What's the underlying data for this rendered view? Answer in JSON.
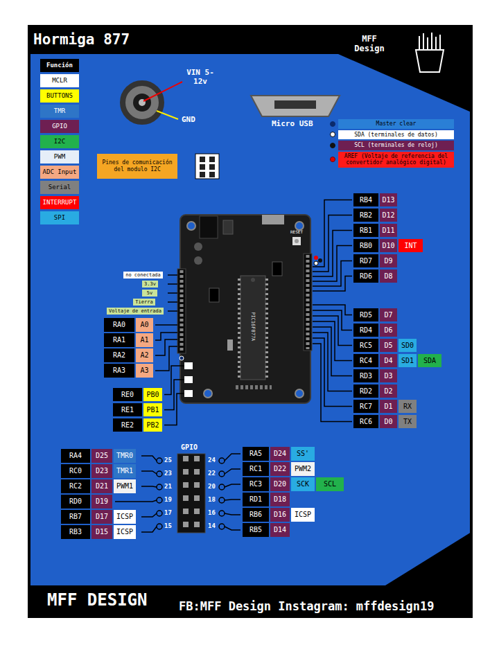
{
  "diagram": {
    "title": "Hormiga 877",
    "nodes": [
      {
        "text": [
          "Pines de comunicación del modulo I2C"
        ]
      },
      {
        "text": [
          "RB4"
        ]
      },
      {
        "text": [
          "D13"
        ]
      },
      {
        "text": [
          "RB2"
        ]
      },
      {
        "text": [
          "D12"
        ]
      },
      {
        "text": [
          "RB1"
        ]
      },
      {
        "text": [
          "D11"
        ]
      },
      {
        "text": [
          "RB0"
        ]
      },
      {
        "text": [
          "D10"
        ]
      },
      {
        "text": [
          "INT"
        ]
      },
      {
        "text": [
          "RD7"
        ]
      },
      {
        "text": [
          "D9"
        ]
      },
      {
        "text": [
          "RD6"
        ]
      },
      {
        "text": [
          "D8"
        ]
      },
      {
        "text": [
          "no conectada"
        ]
      },
      {
        "text": [
          "3.3v"
        ]
      },
      {
        "text": [
          "5v"
        ]
      },
      {
        "text": [
          "Tierra"
        ]
      },
      {
        "text": [
          "Voltaje de entrada"
        ]
      },
      {
        "text": [
          "RD5"
        ]
      },
      {
        "text": [
          "D7"
        ]
      },
      {
        "text": [
          "RD4"
        ]
      },
      {
        "text": [
          "D6"
        ]
      },
      {
        "text": [
          "RC5"
        ]
      },
      {
        "text": [
          "D5"
        ]
      },
      {
        "text": [
          "SD0"
        ]
      },
      {
        "text": [
          "RC4"
        ]
      },
      {
        "text": [
          "D4"
        ]
      },
      {
        "text": [
          "SD1"
        ]
      },
      {
        "text": [
          "SDA"
        ]
      },
      {
        "text": [
          "RD3"
        ]
      },
      {
        "text": [
          "D3"
        ]
      },
      {
        "text": [
          "RD2"
        ]
      },
      {
        "text": [
          "D2"
        ]
      },
      {
        "text": [
          "RC7"
        ]
      },
      {
        "text": [
          "D1"
        ]
      },
      {
        "text": [
          "RX"
        ]
      },
      {
        "text": [
          "RC6"
        ]
      },
      {
        "text": [
          "D0"
        ]
      },
      {
        "text": [
          "TX"
        ]
      },
      {
        "text": [
          "RA0"
        ]
      },
      {
        "text": [
          "A0"
        ]
      },
      {
        "text": [
          "RA1"
        ]
      },
      {
        "text": [
          "A1"
        ]
      },
      {
        "text": [
          "RA2"
        ]
      },
      {
        "text": [
          "A2"
        ]
      },
      {
        "text": [
          "RA3"
        ]
      },
      {
        "text": [
          "A3"
        ]
      },
      {
        "text": [
          "RE0"
        ]
      },
      {
        "text": [
          "PB0"
        ]
      },
      {
        "text": [
          "RE1"
        ]
      },
      {
        "text": [
          "PB1"
        ]
      },
      {
        "text": [
          "RE2"
        ]
      },
      {
        "text": [
          "PB2"
        ]
      },
      {
        "text": [
          "RA4"
        ]
      },
      {
        "text": [
          "D25"
        ]
      },
      {
        "text": [
          "TMR0"
        ]
      },
      {
        "text": [
          "RC0"
        ]
      },
      {
        "text": [
          "D23"
        ]
      },
      {
        "text": [
          "TMR1"
        ]
      },
      {
        "text": [
          "RC2"
        ]
      },
      {
        "text": [
          "D21"
        ]
      },
      {
        "text": [
          "PWM1"
        ]
      },
      {
        "text": [
          "RD0"
        ]
      },
      {
        "text": [
          "D19"
        ]
      },
      {
        "text": [
          "RB7"
        ]
      },
      {
        "text": [
          "D17"
        ]
      },
      {
        "text": [
          "ICSP"
        ]
      },
      {
        "text": [
          "RB3"
        ]
      },
      {
        "text": [
          "D15"
        ]
      },
      {
        "text": [
          "ICSP"
        ]
      },
      {
        "text": [
          "RA5"
        ]
      },
      {
        "text": [
          "D24"
        ]
      },
      {
        "text": [
          "SS'"
        ]
      },
      {
        "text": [
          "RC1"
        ]
      },
      {
        "text": [
          "D22"
        ]
      },
      {
        "text": [
          "PWM2"
        ]
      },
      {
        "text": [
          "RC3"
        ]
      },
      {
        "text": [
          "D20"
        ]
      },
      {
        "text": [
          "SCK"
        ]
      },
      {
        "text": [
          "SCL"
        ]
      },
      {
        "text": [
          "RD1"
        ]
      },
      {
        "text": [
          "D18"
        ]
      },
      {
        "text": [
          "RB6"
        ]
      },
      {
        "text": [
          "D16"
        ]
      },
      {
        "text": [
          "ICSP"
        ]
      },
      {
        "text": [
          "RB5"
        ]
      },
      {
        "text": [
          "D14"
        ]
      }
    ],
    "labels": [
      "MFF Design",
      "Función",
      "VIN 5-12v",
      "GND",
      "Micro USB",
      "GPIO",
      "25",
      "24",
      "23",
      "22",
      "21",
      "20",
      "19",
      "18",
      "17",
      "16",
      "15",
      "14",
      "MFF DESIGN",
      "FB:MFF Design Instagram: mffdesign19",
      "PIC16F877A",
      "RESET"
    ],
    "legend": [
      {
        "text": "MCLR",
        "color": "#ffffff"
      },
      {
        "text": "BUTTONS",
        "color": "#ffff00"
      },
      {
        "text": "TMR",
        "color": "#2e75c7"
      },
      {
        "text": "GPIO",
        "color": "#6e1f52"
      },
      {
        "text": "I2C",
        "color": "#22b14c"
      },
      {
        "text": "PWM",
        "color": "#e6eef8"
      },
      {
        "text": "ADC Input",
        "color": "#f4a882"
      },
      {
        "text": "Serial",
        "color": "#808080"
      },
      {
        "text": "INTERRUPT",
        "color": "#ff0000"
      },
      {
        "text": "SPI",
        "color": "#29abe2"
      },
      {
        "text": "Master clear"
      },
      {
        "text": "SDA (terminales de datos)"
      },
      {
        "text": "SCL (terminales de reloj)"
      },
      {
        "text": "AREF (Voltaje de referencia del convertidor analógico digital)"
      }
    ]
  }
}
